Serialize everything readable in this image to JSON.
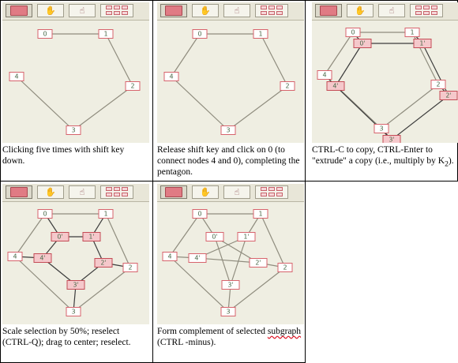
{
  "toolbar_icons": [
    "folder-icon",
    "grab-hand-icon",
    "pointer-hand-icon",
    "multi-node-icon"
  ],
  "colors": {
    "canvas": "#efeee2",
    "node_border": "#d7636c",
    "selected_fill": "#f5c8cb",
    "edge": "#8f8c7e"
  },
  "panels": [
    {
      "caption": "Clicking five times with shift key down.",
      "nodes": [
        "0",
        "1",
        "2",
        "3",
        "4"
      ],
      "edges": [
        [
          "0",
          "1"
        ],
        [
          "1",
          "2"
        ],
        [
          "2",
          "3"
        ],
        [
          "3",
          "4"
        ]
      ],
      "selected": []
    },
    {
      "caption": "Release shift key and click on 0 (to connect nodes 4 and 0), completing the pentagon.",
      "nodes": [
        "0",
        "1",
        "2",
        "3",
        "4"
      ],
      "edges": [
        [
          "0",
          "1"
        ],
        [
          "1",
          "2"
        ],
        [
          "2",
          "3"
        ],
        [
          "3",
          "4"
        ],
        [
          "4",
          "0"
        ]
      ],
      "selected": []
    },
    {
      "caption_parts": [
        "CTRL-C to copy, CTRL-Enter to \"extrude\" a copy (i.e., multiply by K",
        "2",
        ")."
      ],
      "nodes": [
        "0",
        "1",
        "2",
        "3",
        "4",
        "0'",
        "1'",
        "2'",
        "3'",
        "4'"
      ],
      "edges": [
        [
          "0",
          "1"
        ],
        [
          "1",
          "2"
        ],
        [
          "2",
          "3"
        ],
        [
          "3",
          "4"
        ],
        [
          "4",
          "0"
        ],
        [
          "0'",
          "1'"
        ],
        [
          "1'",
          "2'"
        ],
        [
          "2'",
          "3'"
        ],
        [
          "3'",
          "4'"
        ],
        [
          "4'",
          "0'"
        ],
        [
          "0",
          "0'"
        ],
        [
          "1",
          "1'"
        ],
        [
          "2",
          "2'"
        ],
        [
          "3",
          "3'"
        ],
        [
          "4",
          "4'"
        ]
      ],
      "selected": [
        "0'",
        "1'",
        "2'",
        "3'",
        "4'"
      ]
    },
    {
      "caption": "Scale selection by 50%; reselect (CTRL-Q); drag to center; reselect.",
      "nodes": [
        "0",
        "1",
        "2",
        "3",
        "4",
        "0'",
        "1'",
        "2'",
        "3'",
        "4'"
      ],
      "edges": [
        [
          "0",
          "1"
        ],
        [
          "1",
          "2"
        ],
        [
          "2",
          "3"
        ],
        [
          "3",
          "4"
        ],
        [
          "4",
          "0"
        ],
        [
          "0'",
          "1'"
        ],
        [
          "1'",
          "2'"
        ],
        [
          "2'",
          "3'"
        ],
        [
          "3'",
          "4'"
        ],
        [
          "4'",
          "0'"
        ],
        [
          "0",
          "0'"
        ],
        [
          "1",
          "1'"
        ],
        [
          "2",
          "2'"
        ],
        [
          "3",
          "3'"
        ],
        [
          "4",
          "4'"
        ]
      ],
      "selected": [
        "0'",
        "1'",
        "2'",
        "3'",
        "4'"
      ]
    },
    {
      "caption_parts": [
        "Form complement of selected ",
        "subgraph",
        " (CTRL -minus)."
      ],
      "nodes": [
        "0",
        "1",
        "2",
        "3",
        "4",
        "0'",
        "1'",
        "2'",
        "3'",
        "4'"
      ],
      "edges": [
        [
          "0",
          "1"
        ],
        [
          "1",
          "2"
        ],
        [
          "2",
          "3"
        ],
        [
          "3",
          "4"
        ],
        [
          "4",
          "0"
        ],
        [
          "0'",
          "2'"
        ],
        [
          "0'",
          "3'"
        ],
        [
          "1'",
          "3'"
        ],
        [
          "1'",
          "4'"
        ],
        [
          "2'",
          "4'"
        ],
        [
          "0",
          "0'"
        ],
        [
          "1",
          "1'"
        ],
        [
          "2",
          "2'"
        ],
        [
          "3",
          "3'"
        ],
        [
          "4",
          "4'"
        ]
      ],
      "selected": []
    }
  ]
}
